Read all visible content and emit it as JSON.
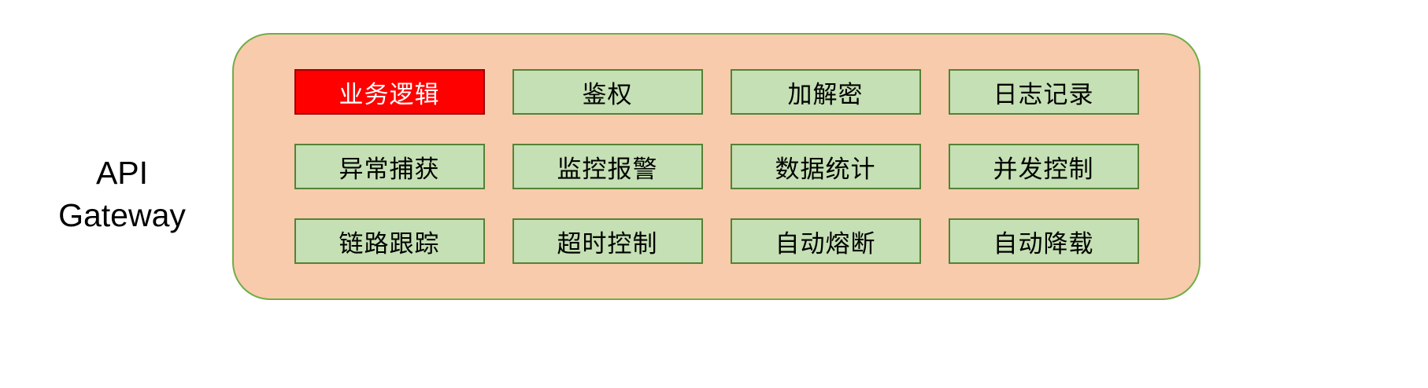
{
  "title": {
    "line1": "API",
    "line2": "Gateway"
  },
  "diagram": {
    "boxes": [
      {
        "label": "业务逻辑",
        "highlight": true
      },
      {
        "label": "鉴权",
        "highlight": false
      },
      {
        "label": "加解密",
        "highlight": false
      },
      {
        "label": "日志记录",
        "highlight": false
      },
      {
        "label": "异常捕获",
        "highlight": false
      },
      {
        "label": "监控报警",
        "highlight": false
      },
      {
        "label": "数据统计",
        "highlight": false
      },
      {
        "label": "并发控制",
        "highlight": false
      },
      {
        "label": "链路跟踪",
        "highlight": false
      },
      {
        "label": "超时控制",
        "highlight": false
      },
      {
        "label": "自动熔断",
        "highlight": false
      },
      {
        "label": "自动降载",
        "highlight": false
      }
    ],
    "colors": {
      "container_bg": "#F8CBAD",
      "container_border": "#70AD47",
      "box_bg": "#C5E0B4",
      "box_border": "#548235",
      "highlight_bg": "#FF0000",
      "highlight_border": "#9C0006",
      "highlight_text": "#FFFFFF"
    }
  }
}
